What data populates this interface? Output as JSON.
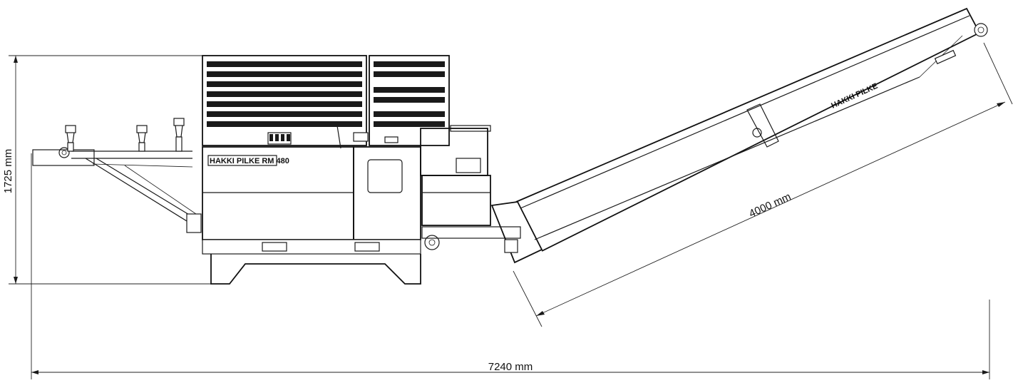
{
  "dimensions": {
    "height_label": "1725 mm",
    "conveyor_length_label": "4000 mm",
    "total_length_label": "7240 mm"
  },
  "branding": {
    "machine_plate": "HAKKI PILKE  RM 480",
    "conveyor_plate": "HAKKI PILKE"
  },
  "colors": {
    "line": "#1a1a1a",
    "background": "#ffffff"
  }
}
